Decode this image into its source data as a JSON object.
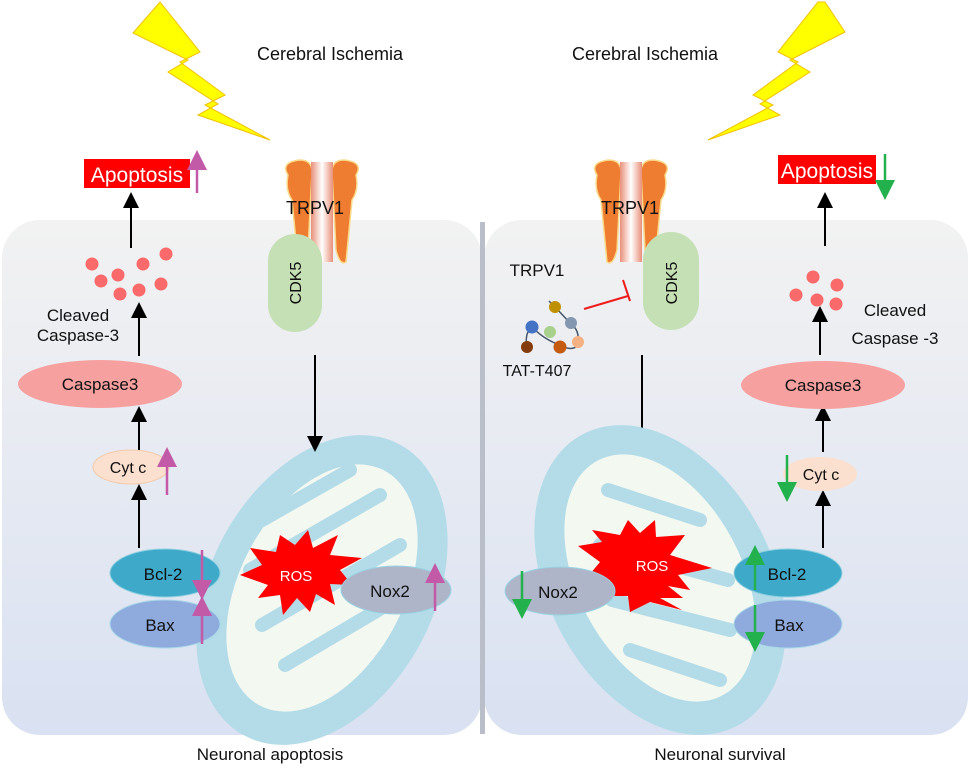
{
  "title_left": "Cerebral Ischemia",
  "title_right": "Cerebral Ischemia",
  "caption_left": "Neuronal apoptosis",
  "caption_right": "Neuronal survival",
  "colors": {
    "apoptosis_bg": "#ff0000",
    "up_arrow": "#c25aa8",
    "down_arrow": "#22b14c",
    "inhibit": "#ee1c1c",
    "lightning": "#ffff00",
    "trpv1": "#ee7d31",
    "cdk5": "#c5e0b4",
    "caspase": "#f6a0a0",
    "dots": "#fb6a6a",
    "cytc": "#fbe0cf",
    "bcl2": "#3fa9c9",
    "bax": "#8faadc",
    "nox2": "#aeb5c8",
    "mito_outer": "#b4dce8",
    "mito_inner": "#f3f8f1",
    "ros": "#ff0000"
  },
  "left": {
    "apoptosis": "Apoptosis",
    "apoptosis_trend": "up",
    "trpv1": "TRPV1",
    "cdk5": "CDK5",
    "cleaved": [
      "Cleaved",
      "Caspase-3"
    ],
    "caspase": "Caspase3",
    "cytc": "Cyt c",
    "cytc_trend": "up",
    "bcl2": "Bcl-2",
    "bcl2_trend": "down",
    "bax": "Bax",
    "bax_trend": "up",
    "ros": "ROS",
    "nox2": "Nox2",
    "nox2_trend": "up"
  },
  "right": {
    "apoptosis": "Apoptosis",
    "apoptosis_trend": "down",
    "trpv1": "TRPV1",
    "cdk5": "CDK5",
    "peptide_label_top": "TRPV1",
    "peptide_label_bottom": "TAT-T407",
    "cleaved": [
      "Cleaved",
      "Caspase -3"
    ],
    "caspase": "Caspase3",
    "cytc": "Cyt c",
    "cytc_trend": "down",
    "bcl2": "Bcl-2",
    "bcl2_trend": "up",
    "bax": "Bax",
    "bax_trend": "down",
    "ros": "ROS",
    "nox2": "Nox2",
    "nox2_trend": "down"
  }
}
